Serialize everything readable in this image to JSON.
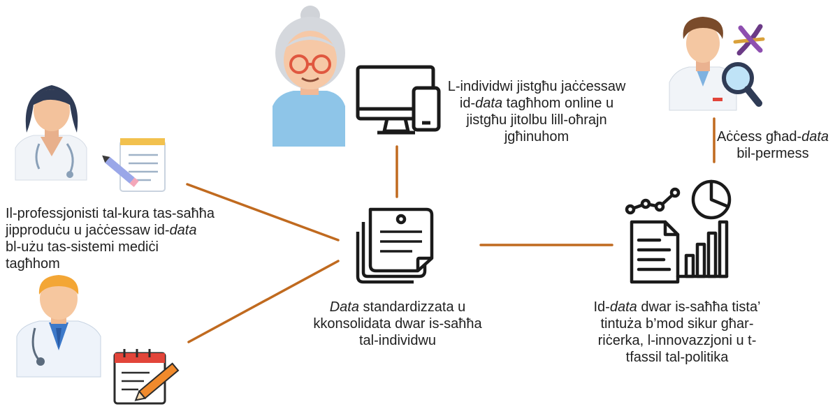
{
  "colors": {
    "connector": "#c06a1f",
    "icon_line": "#1a1a1a"
  },
  "labels": {
    "professionals": {
      "pre": "Il-professjonisti tal-kura tas-saħħa jipproduċu u jaċċessaw id-",
      "em": "data",
      "post": " bl-użu tas-sistemi mediċi tagħhom"
    },
    "individuals": {
      "pre": "L-individwi jistgħu jaċċessaw id-",
      "em": "data",
      "post": " tagħhom online u jistgħu jitolbu lill-oħrajn jgħinuhom"
    },
    "researchers": {
      "pre": "Aċċess għad-",
      "em": "data",
      "post": " bil-permess"
    },
    "center": {
      "pre": "",
      "em": "Data",
      "post": " standardizzata u kkonsolidata dwar is-saħħa tal-individwu"
    },
    "secondary": {
      "pre": "Id-",
      "em": "data",
      "post": " dwar is-saħħa tista’ tintuża b’mod sikur għar-riċerka, l-innovazzjoni u t-tfassil tal-politika"
    }
  },
  "icons": [
    "female-doctor-icon",
    "clipboard-pencil-icon",
    "male-doctor-icon",
    "calendar-pen-icon",
    "elderly-woman-icon",
    "computer-phone-icon",
    "documents-stack-icon",
    "scientist-icon",
    "dna-icon",
    "magnifier-icon",
    "analytics-report-icon"
  ]
}
